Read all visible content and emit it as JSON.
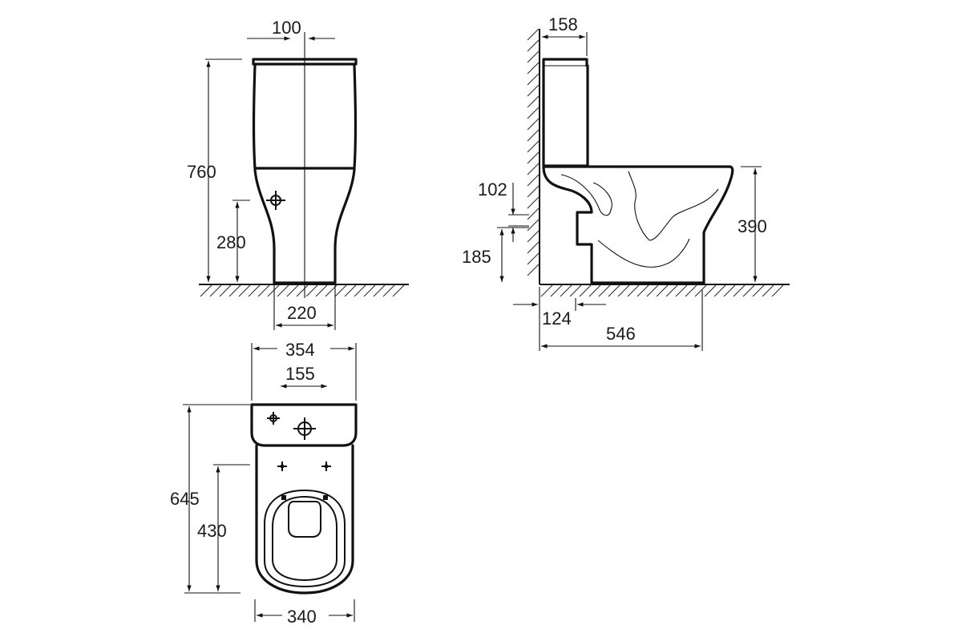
{
  "front_view": {
    "dim_width_top": "100",
    "dim_height": "760",
    "dim_inlet_height": "280",
    "dim_base_width": "220"
  },
  "side_view": {
    "dim_tank_depth": "158",
    "dim_102": "102",
    "dim_185": "185",
    "dim_bowl_height": "390",
    "dim_124": "124",
    "dim_total_depth": "546"
  },
  "top_view": {
    "dim_tank_width": "354",
    "dim_fix_spacing": "155",
    "dim_total_length": "645",
    "dim_bowl_length": "430",
    "dim_bowl_width": "340"
  }
}
